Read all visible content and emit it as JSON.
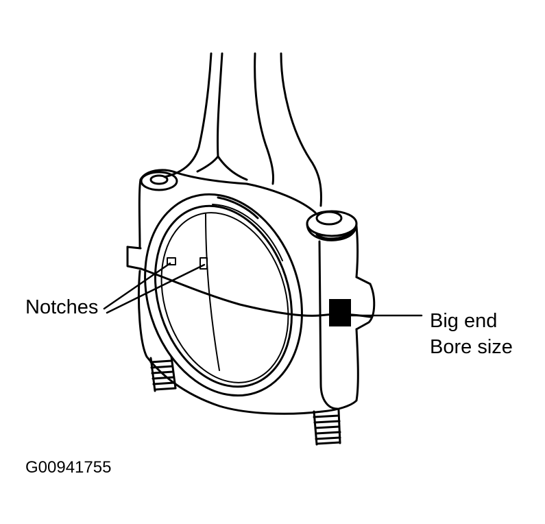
{
  "labels": {
    "notches": "Notches",
    "big_end_line1": "Big end",
    "big_end_line2": "Bore size"
  },
  "figure_id": "G00941755",
  "colors": {
    "ink": "#000000",
    "paper": "#ffffff"
  }
}
